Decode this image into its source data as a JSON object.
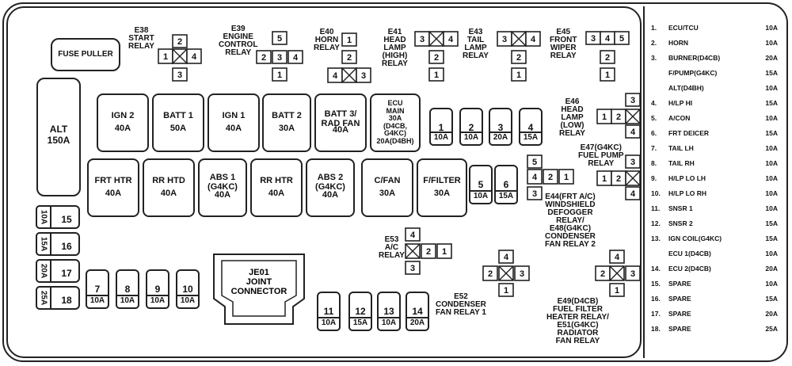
{
  "fuse_puller": "FUSE PULLER",
  "alt_fuse": {
    "name": "ALT",
    "amp": "150A"
  },
  "large_fuses_row1": [
    {
      "name": "IGN 2",
      "amp": "40A"
    },
    {
      "name": "BATT 1",
      "amp": "50A"
    },
    {
      "name": "IGN 1",
      "amp": "40A"
    },
    {
      "name": "BATT 2",
      "amp": "30A"
    },
    {
      "name": "BATT 3/ RAD FAN",
      "amp": "40A"
    }
  ],
  "ecu_main": {
    "line1": "ECU",
    "line2": "MAIN",
    "line3": "30A",
    "line4": "(D4CB,",
    "line5": "G4KC)",
    "line6": "20A(D4BH)"
  },
  "large_fuses_row2": [
    {
      "name": "FRT HTR",
      "amp": "40A"
    },
    {
      "name": "RR HTD",
      "amp": "40A"
    },
    {
      "name": "ABS 1 (G4KC)",
      "amp": "40A"
    },
    {
      "name": "RR HTR",
      "amp": "40A"
    },
    {
      "name": "ABS 2 (G4KC)",
      "amp": "40A"
    },
    {
      "name": "C/FAN",
      "amp": "30A"
    },
    {
      "name": "F/FILTER",
      "amp": "30A"
    }
  ],
  "mini_fuses_top": [
    {
      "num": "1",
      "amp": "10A"
    },
    {
      "num": "2",
      "amp": "10A"
    },
    {
      "num": "3",
      "amp": "20A"
    },
    {
      "num": "4",
      "amp": "15A"
    }
  ],
  "mini_fuses_mid": [
    {
      "num": "5",
      "amp": "10A"
    },
    {
      "num": "6",
      "amp": "15A"
    }
  ],
  "side_fuses": [
    {
      "num": "15",
      "amp": "10A"
    },
    {
      "num": "16",
      "amp": "15A"
    },
    {
      "num": "17",
      "amp": "20A"
    },
    {
      "num": "18",
      "amp": "25A"
    }
  ],
  "bottom_fuses_left": [
    {
      "num": "7",
      "amp": "10A"
    },
    {
      "num": "8",
      "amp": "10A"
    },
    {
      "num": "9",
      "amp": "10A"
    },
    {
      "num": "10",
      "amp": "10A"
    }
  ],
  "bottom_fuses_right": [
    {
      "num": "11",
      "amp": "10A"
    },
    {
      "num": "12",
      "amp": "15A"
    },
    {
      "num": "13",
      "amp": "10A"
    },
    {
      "num": "14",
      "amp": "20A"
    }
  ],
  "joint_connector": {
    "line1": "JE01",
    "line2": "JOINT",
    "line3": "CONNECTOR"
  },
  "relays": {
    "e38": [
      "E38",
      "START",
      "RELAY"
    ],
    "e39": [
      "E39",
      "ENGINE",
      "CONTROL",
      "RELAY"
    ],
    "e40": [
      "E40",
      "HORN",
      "RELAY"
    ],
    "e41": [
      "E41",
      "HEAD",
      "LAMP",
      "(HIGH)",
      "RELAY"
    ],
    "e43": [
      "E43",
      "TAIL",
      "LAMP",
      "RELAY"
    ],
    "e45": [
      "E45",
      "FRONT",
      "WIPER",
      "RELAY"
    ],
    "e46": [
      "E46",
      "HEAD",
      "LAMP",
      "(LOW)",
      "RELAY"
    ],
    "e47": [
      "E47(G4KC)",
      "FUEL PUMP",
      "RELAY"
    ],
    "e44": [
      "E44(FRT A/C)",
      "WINDSHIELD",
      "DEFOGGER",
      "RELAY/",
      "E48(G4KC)",
      "CONDENSER",
      "FAN RELAY 2"
    ],
    "e53": [
      "E53",
      "A/C",
      "RELAY"
    ],
    "e52": [
      "E52",
      "CONDENSER",
      "FAN RELAY 1"
    ],
    "e49": [
      "E49(D4CB)",
      "FUEL FILTER",
      "HEATER RELAY/",
      "E51(G4KC)",
      "RADIATOR",
      "FAN RELAY"
    ]
  },
  "pins": {
    "p1": "1",
    "p2": "2",
    "p3": "3",
    "p4": "4",
    "p5": "5"
  },
  "legend": [
    {
      "no": "1.",
      "desc": "ECU/TCU",
      "amp": "10A"
    },
    {
      "no": "2.",
      "desc": "HORN",
      "amp": "10A"
    },
    {
      "no": "3.",
      "desc": "BURNER(D4CB)",
      "amp": "20A"
    },
    {
      "no": "",
      "desc": "F/PUMP(G4KC)",
      "amp": "15A"
    },
    {
      "no": "",
      "desc": "ALT(D4BH)",
      "amp": "10A"
    },
    {
      "no": "4.",
      "desc": "H/LP HI",
      "amp": "15A"
    },
    {
      "no": "5.",
      "desc": "A/CON",
      "amp": "10A"
    },
    {
      "no": "6.",
      "desc": "FRT DEICER",
      "amp": "15A"
    },
    {
      "no": "7.",
      "desc": "TAIL LH",
      "amp": "10A"
    },
    {
      "no": "8.",
      "desc": "TAIL RH",
      "amp": "10A"
    },
    {
      "no": "9.",
      "desc": "H/LP LO LH",
      "amp": "10A"
    },
    {
      "no": "10.",
      "desc": "H/LP LO RH",
      "amp": "10A"
    },
    {
      "no": "11.",
      "desc": "SNSR 1",
      "amp": "10A"
    },
    {
      "no": "12.",
      "desc": "SNSR 2",
      "amp": "15A"
    },
    {
      "no": "13.",
      "desc": "IGN COIL(G4KC)",
      "amp": "15A"
    },
    {
      "no": "",
      "desc": "ECU 1(D4CB)",
      "amp": "10A"
    },
    {
      "no": "14.",
      "desc": "ECU 2(D4CB)",
      "amp": "20A"
    },
    {
      "no": "15.",
      "desc": "SPARE",
      "amp": "10A"
    },
    {
      "no": "16.",
      "desc": "SPARE",
      "amp": "15A"
    },
    {
      "no": "17.",
      "desc": "SPARE",
      "amp": "20A"
    },
    {
      "no": "18.",
      "desc": "SPARE",
      "amp": "25A"
    }
  ]
}
